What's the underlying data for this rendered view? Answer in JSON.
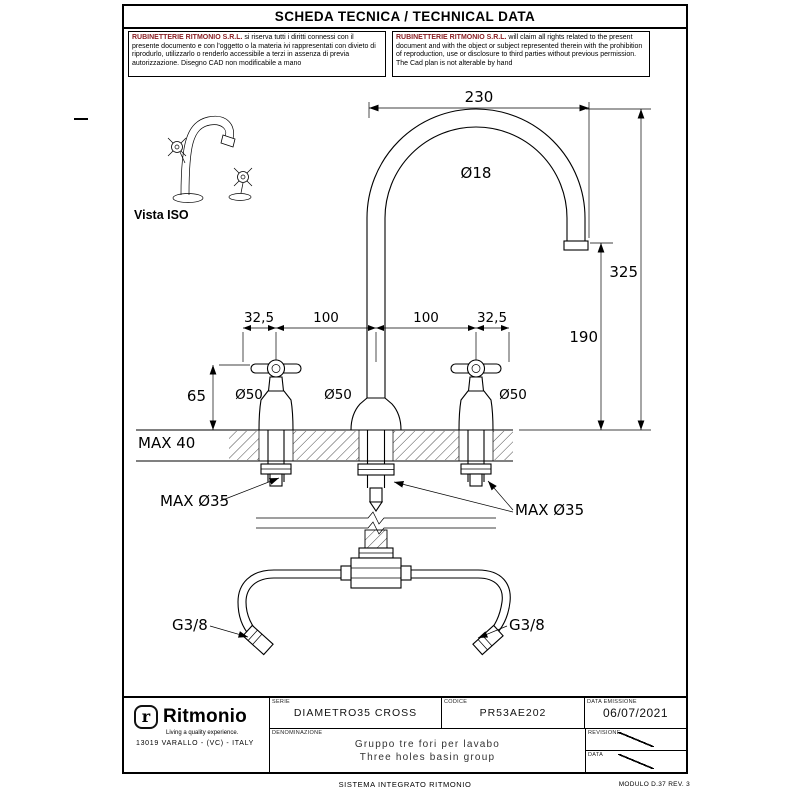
{
  "header": {
    "title": "SCHEDA TECNICA / TECHNICAL DATA"
  },
  "disclaimer": {
    "company": "RUBINETTERIE RITMONIO S.R.L.",
    "italian_body": " si riserva tutti i diritti connessi con il presente documento e con l'oggetto o la materia ivi rappresentati con divieto di riprodurlo, utilizzarlo o renderlo accessibile a terzi in assenza di previa autorizzazione. Disegno CAD non modificabile a mano",
    "english_body": " will claim all rights related to the present document and with the object or subject represented therein with the prohibition of reproduction, use or disclosure to third parties without previous permission. The Cad plan is not alterable by hand"
  },
  "drawing": {
    "iso_label": "Vista ISO",
    "dim_width": "230",
    "dim_spout_diameter": "Ø18",
    "dim_total_height": "325",
    "dim_spout_height": "190",
    "dim_offset_left": "32,5",
    "dim_spacing_left": "100",
    "dim_spacing_right": "100",
    "dim_offset_right": "32,5",
    "dim_handle_height": "65",
    "dim_d50_left": "Ø50",
    "dim_d50_center": "Ø50",
    "dim_d50_right": "Ø50",
    "dim_max_thickness": "MAX 40",
    "dim_max_hole_left": "MAX Ø35",
    "dim_max_hole_right": "MAX Ø35",
    "thread_left": "G3/8",
    "thread_right": "G3/8"
  },
  "title_block": {
    "logo_letter": "r",
    "brand": "Ritmonio",
    "tagline": "Living a quality experience.",
    "address": "13019 VARALLO - (VC) - ITALY",
    "serie_label": "SERIE",
    "serie_value": "DIAMETRO35 CROSS",
    "codice_label": "CODICE",
    "codice_value": "PR53AE202",
    "data_emissione_label": "DATA EMISSIONE",
    "data_emissione_value": "06/07/2021",
    "denominazione_label": "DENOMINAZIONE",
    "denominazione_line1": "Gruppo tre fori per lavabo",
    "denominazione_line2": "Three holes basin group",
    "revisione_label": "REVISIONE",
    "data_label": "DATA"
  },
  "footer": {
    "system": "SISTEMA INTEGRATO RITMONIO",
    "module": "MODULO D.37 REV. 3"
  }
}
